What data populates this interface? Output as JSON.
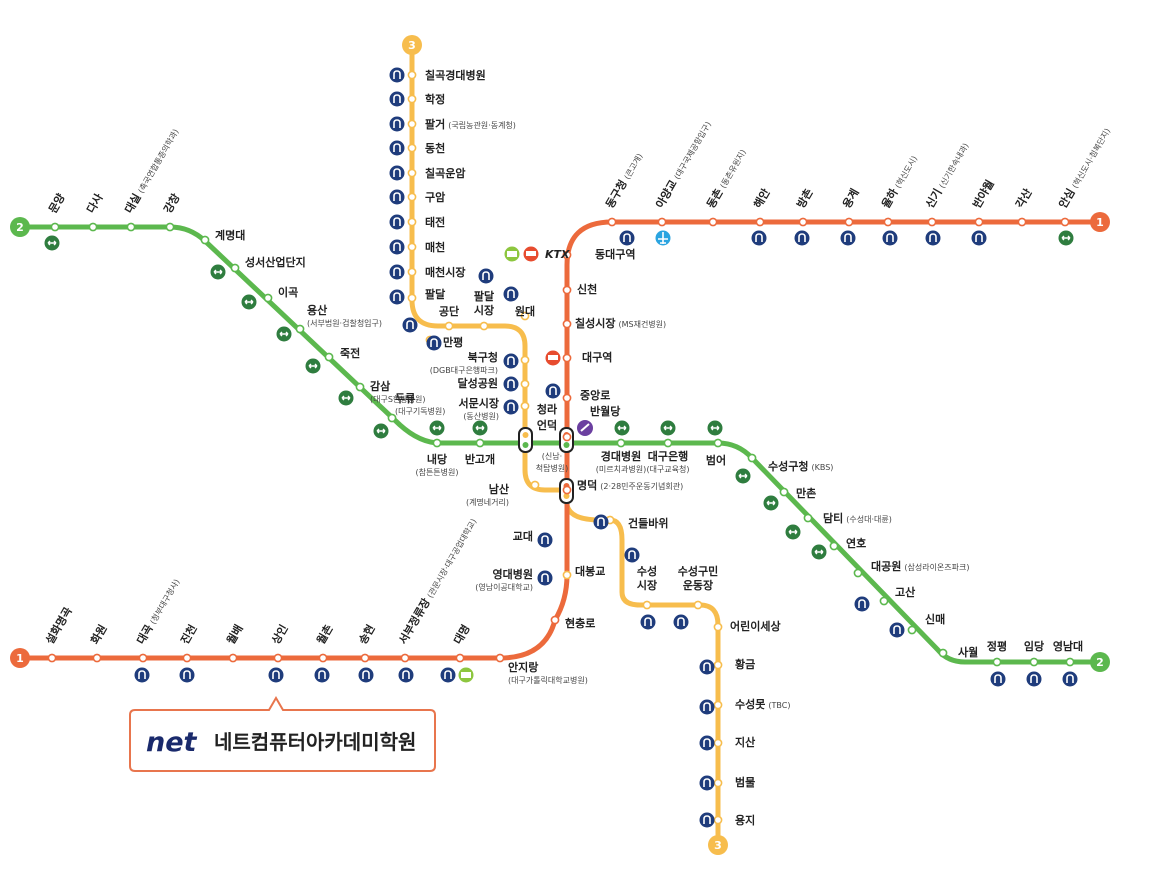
{
  "colors": {
    "line1": "#ec6a3c",
    "line2": "#5cb84e",
    "line3": "#f7bd4d",
    "bus": "#1f3c7c",
    "air": "#2aa4e0",
    "purple": "#6b3fa0",
    "frame": "#e8754d"
  },
  "lines": [
    {
      "number": "1"
    },
    {
      "number": "2"
    },
    {
      "number": "3"
    }
  ],
  "markers": {
    "train_label": "KTX"
  },
  "banner": {
    "logo": "net",
    "text": "네트컴퓨터아카데미학원"
  },
  "line1": {
    "stations": [
      {
        "label": "설화명곡"
      },
      {
        "label": "화원"
      },
      {
        "label": "대곡",
        "note": "(청부대구청사)"
      },
      {
        "label": "진천"
      },
      {
        "label": "월배"
      },
      {
        "label": "상인"
      },
      {
        "label": "월촌"
      },
      {
        "label": "송현"
      },
      {
        "label": "서부정류장",
        "note": "(관문시장·대구공업대학교)"
      },
      {
        "label": "대명"
      },
      {
        "label": "안지랑",
        "note": "(대구가톨릭대학교병원)"
      },
      {
        "label": "현충로"
      },
      {
        "label": "영대병원",
        "note": "(영남이공대학교)"
      },
      {
        "label": "교대"
      },
      {
        "label": "명덕",
        "note": "(2·28민주운동기념회관)"
      },
      {
        "label": "반월당"
      },
      {
        "label": "중앙로"
      },
      {
        "label": "대구역"
      },
      {
        "label": "칠성시장",
        "note": "(MS재건병원)"
      },
      {
        "label": "신천"
      },
      {
        "label": "동대구역"
      },
      {
        "label": "동구청",
        "note": "(큰고개)"
      },
      {
        "label": "아양교",
        "note": "(대구국제공항입구)"
      },
      {
        "label": "동촌",
        "note": "(동촌유원지)"
      },
      {
        "label": "해안"
      },
      {
        "label": "방촌"
      },
      {
        "label": "용계"
      },
      {
        "label": "율하",
        "note": "(혁신도시)"
      },
      {
        "label": "신기",
        "note": "(신기한속내과)",
        "below": "(신기한속내과)"
      },
      {
        "label": "반야월"
      },
      {
        "label": "각산"
      },
      {
        "label": "안심",
        "note": "(혁신도시·첨복단지)"
      }
    ]
  },
  "line2": {
    "stations": [
      {
        "label": "문양"
      },
      {
        "label": "다사"
      },
      {
        "label": "대실",
        "note": "(축국연합통증의학과)"
      },
      {
        "label": "강창"
      },
      {
        "label": "계명대"
      },
      {
        "label": "성서산업단지"
      },
      {
        "label": "이곡"
      },
      {
        "label": "용산",
        "note": "(서부법원·검찰청입구)"
      },
      {
        "label": "죽전"
      },
      {
        "label": "감삼",
        "note": "(대구S한방병원)"
      },
      {
        "label": "두류",
        "note": "(대구기독병원)"
      },
      {
        "label": "내당",
        "note": "(참튼튼병원)"
      },
      {
        "label": "반고개"
      },
      {
        "label": "청라언덕",
        "note": "(신남·척탑병원)"
      },
      {
        "label": "반월당"
      },
      {
        "label": "경대병원",
        "note": "(미르치과병원)"
      },
      {
        "label": "대구은행",
        "note": "(대구교육청)"
      },
      {
        "label": "범어"
      },
      {
        "label": "수성구청",
        "note": "(KBS)"
      },
      {
        "label": "만촌"
      },
      {
        "label": "담티",
        "note": "(수성대·대륜)"
      },
      {
        "label": "연호"
      },
      {
        "label": "대공원",
        "note": "(삼성라이온즈파크)"
      },
      {
        "label": "고산"
      },
      {
        "label": "신매"
      },
      {
        "label": "사월"
      },
      {
        "label": "정평"
      },
      {
        "label": "임당"
      },
      {
        "label": "영남대"
      }
    ]
  },
  "line3": {
    "stations": [
      {
        "label": "칠곡경대병원"
      },
      {
        "label": "학정"
      },
      {
        "label": "팔거",
        "note": "(국립농관원·동계청)"
      },
      {
        "label": "동천"
      },
      {
        "label": "칠곡운암"
      },
      {
        "label": "구암"
      },
      {
        "label": "태전"
      },
      {
        "label": "매천"
      },
      {
        "label": "매천시장"
      },
      {
        "label": "팔달"
      },
      {
        "label": "공단"
      },
      {
        "label": "팔달시장"
      },
      {
        "label": "만평"
      },
      {
        "label": "원대"
      },
      {
        "label": "북구청",
        "note": "(DGB대구은행파크)"
      },
      {
        "label": "달성공원"
      },
      {
        "label": "서문시장",
        "note": "(동산병원)"
      },
      {
        "label": "청라언덕"
      },
      {
        "label": "남산",
        "note": "(계명네거리)"
      },
      {
        "label": "명덕"
      },
      {
        "label": "건들바위"
      },
      {
        "label": "대봉교"
      },
      {
        "label": "수성시장"
      },
      {
        "label": "수성구민운동장"
      },
      {
        "label": "어린이세상"
      },
      {
        "label": "황금"
      },
      {
        "label": "수성못",
        "note": "(TBC)"
      },
      {
        "label": "지산"
      },
      {
        "label": "범물"
      },
      {
        "label": "용지"
      }
    ]
  }
}
